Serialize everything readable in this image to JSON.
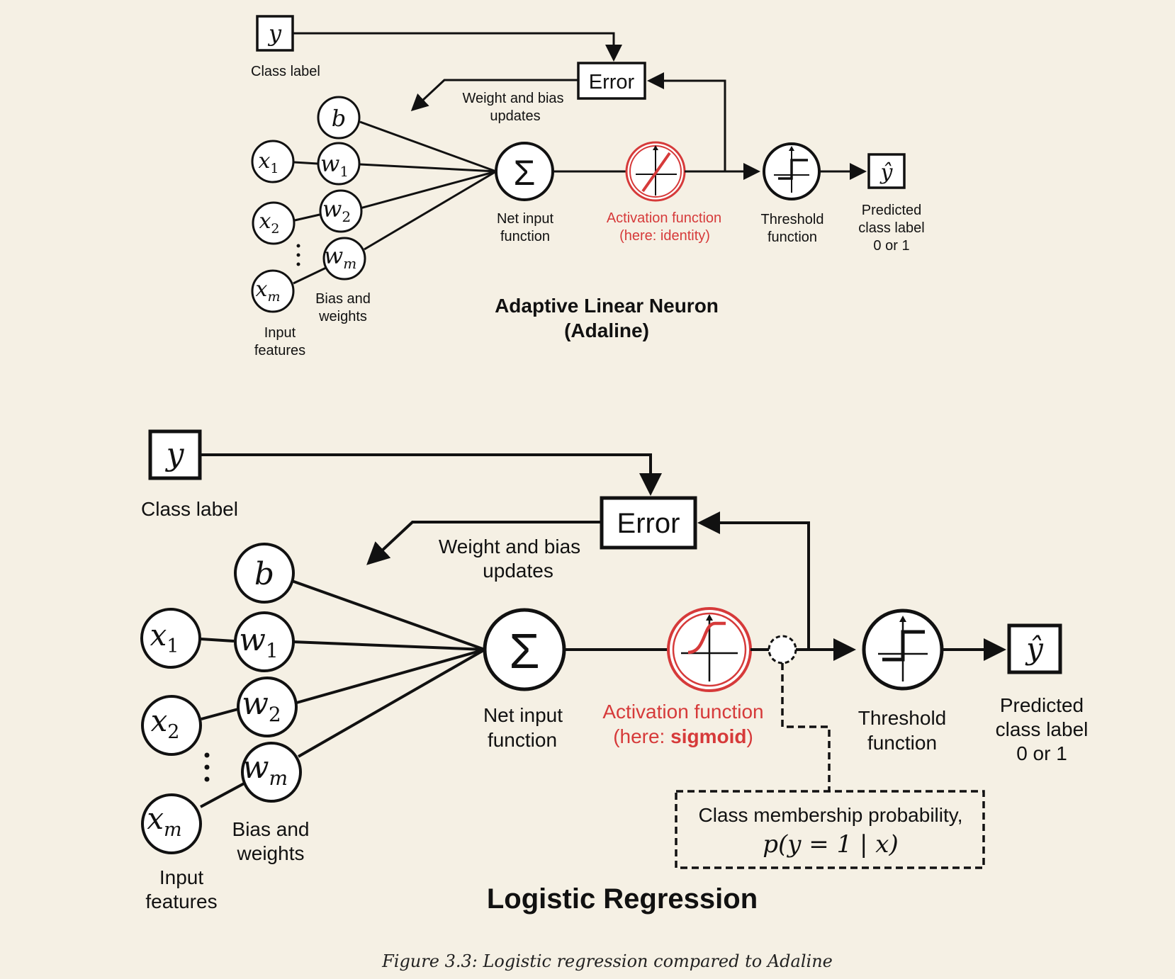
{
  "adaline": {
    "class_label_symbol": "y",
    "class_label": "Class label",
    "error": "Error",
    "updates_line1": "Weight and bias",
    "updates_line2": "updates",
    "bias_symbol": "b",
    "x1": "x",
    "x1_sub": "1",
    "x2": "x",
    "x2_sub": "2",
    "xm": "x",
    "xm_sub": "m",
    "w1": "w",
    "w1_sub": "1",
    "w2": "w",
    "w2_sub": "2",
    "wm": "w",
    "wm_sub": "m",
    "sum_symbol": "Σ",
    "net_input_line1": "Net input",
    "net_input_line2": "function",
    "activation_line1": "Activation function",
    "activation_line2": "(here: identity)",
    "threshold_line1": "Threshold",
    "threshold_line2": "function",
    "output_symbol": "ŷ",
    "predicted_line1": "Predicted",
    "predicted_line2": "class label",
    "predicted_line3": "0 or 1",
    "bias_weights_line1": "Bias and",
    "bias_weights_line2": "weights",
    "input_line1": "Input",
    "input_line2": "features",
    "title_line1": "Adaptive Linear Neuron",
    "title_line2": "(Adaline)"
  },
  "logistic": {
    "class_label_symbol": "y",
    "class_label": "Class label",
    "error": "Error",
    "updates_line1": "Weight and bias",
    "updates_line2": "updates",
    "bias_symbol": "b",
    "x1": "x",
    "x1_sub": "1",
    "x2": "x",
    "x2_sub": "2",
    "xm": "x",
    "xm_sub": "m",
    "w1": "w",
    "w1_sub": "1",
    "w2": "w",
    "w2_sub": "2",
    "wm": "w",
    "wm_sub": "m",
    "sum_symbol": "Σ",
    "net_input_line1": "Net input",
    "net_input_line2": "function",
    "activation_line1": "Activation function",
    "activation_prefix": "(here: ",
    "activation_bold": "sigmoid",
    "activation_suffix": ")",
    "threshold_line1": "Threshold",
    "threshold_line2": "function",
    "output_symbol": "ŷ",
    "predicted_line1": "Predicted",
    "predicted_line2": "class label",
    "predicted_line3": "0 or 1",
    "bias_weights_line1": "Bias and",
    "bias_weights_line2": "weights",
    "input_line1": "Input",
    "input_line2": "features",
    "prob_line1": "Class membership probability,",
    "prob_line2": "p(y = 1 | x)",
    "title": "Logistic Regression"
  },
  "caption": "Figure 3.3: Logistic regression compared to Adaline",
  "colors": {
    "background": "#f5f0e4",
    "ink": "#111111",
    "activation_red": "#d63a3a"
  }
}
